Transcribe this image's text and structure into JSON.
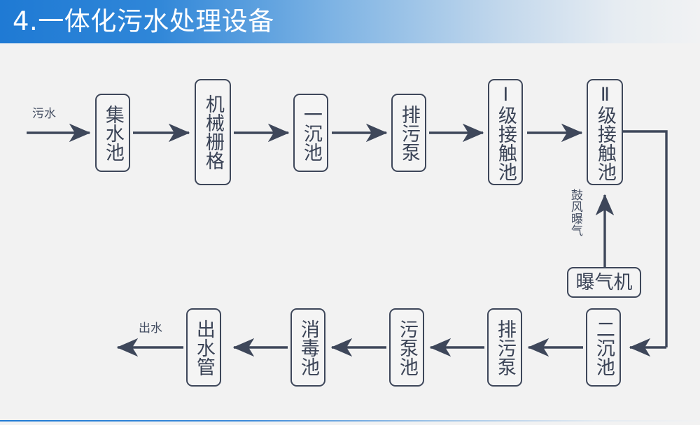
{
  "header": {
    "title": "4.一体化污水处理设备",
    "accent_color": "#1f7ad4",
    "text_color": "#ffffff"
  },
  "canvas": {
    "background_color": "#f2f2f2",
    "line_color": "#3e475a",
    "node_border_color": "#3e475a",
    "node_text_color": "#3a4356"
  },
  "diagram": {
    "type": "flowchart",
    "orientation": "serpentine-two-rows",
    "inflow_label": "污水",
    "outflow_label": "出水",
    "aeration_label": "鼓风曝气",
    "nodes": [
      {
        "id": "n1",
        "label": "集水池",
        "row": "top",
        "order": 1
      },
      {
        "id": "n2",
        "label": "机械栅格",
        "row": "top",
        "order": 2
      },
      {
        "id": "n3",
        "label": "一沉池",
        "row": "top",
        "order": 3
      },
      {
        "id": "n4",
        "label": "排污泵",
        "row": "top",
        "order": 4
      },
      {
        "id": "n5",
        "label": "Ⅰ级接触池",
        "row": "top",
        "order": 5
      },
      {
        "id": "n6",
        "label": "Ⅱ级接触池",
        "row": "top",
        "order": 6
      },
      {
        "id": "n7",
        "label": "曝气机",
        "row": "middle",
        "order": 7
      },
      {
        "id": "n8",
        "label": "二沉池",
        "row": "bottom",
        "order": 8
      },
      {
        "id": "n9",
        "label": "排污泵",
        "row": "bottom",
        "order": 9
      },
      {
        "id": "n10",
        "label": "污泵池",
        "row": "bottom",
        "order": 10
      },
      {
        "id": "n11",
        "label": "消毒池",
        "row": "bottom",
        "order": 11
      },
      {
        "id": "n12",
        "label": "出水管",
        "row": "bottom",
        "order": 12
      }
    ],
    "edges": [
      {
        "from": "inflow",
        "to": "n1",
        "direction": "right"
      },
      {
        "from": "n1",
        "to": "n2",
        "direction": "right"
      },
      {
        "from": "n2",
        "to": "n3",
        "direction": "right"
      },
      {
        "from": "n3",
        "to": "n4",
        "direction": "right"
      },
      {
        "from": "n4",
        "to": "n5",
        "direction": "right"
      },
      {
        "from": "n5",
        "to": "n6",
        "direction": "right"
      },
      {
        "from": "n6",
        "to": "n8",
        "direction": "down-then-left"
      },
      {
        "from": "n7",
        "to": "n6",
        "direction": "up",
        "label": "鼓风曝气"
      },
      {
        "from": "n8",
        "to": "n9",
        "direction": "left"
      },
      {
        "from": "n9",
        "to": "n10",
        "direction": "left"
      },
      {
        "from": "n10",
        "to": "n11",
        "direction": "left"
      },
      {
        "from": "n11",
        "to": "n12",
        "direction": "left"
      },
      {
        "from": "n12",
        "to": "outflow",
        "direction": "left"
      }
    ]
  }
}
